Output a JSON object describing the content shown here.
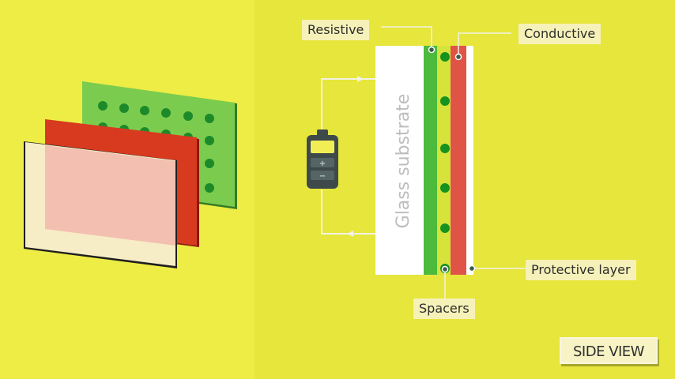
{
  "colors": {
    "background_left": "#eded45",
    "background_right": "#e6e63c",
    "resistive_green": "#4cbb3b",
    "conductive_red": "#e05448",
    "glass_white": "#ffffff",
    "spacer_green": "#16921f",
    "wire": "#f2f2e6",
    "battery": "#3e4a4a"
  },
  "labels": {
    "resistive": "Resistive",
    "conductive": "Conductive",
    "glass_substrate": "Glass substrate",
    "protective_layer": "Protective layer",
    "spacers": "Spacers"
  },
  "view_toggle": {
    "label": "SIDE VIEW"
  },
  "icons": {
    "battery": "battery-icon",
    "battery_plus": "+",
    "battery_minus": "−"
  }
}
